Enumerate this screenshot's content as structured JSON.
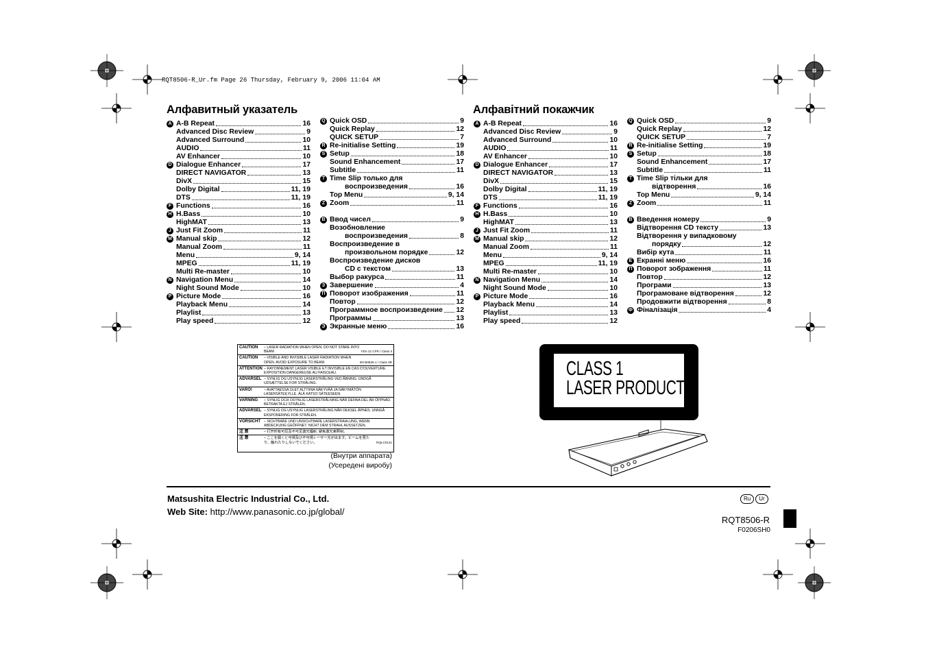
{
  "file_header": "RQT8506-R_Ur.fm  Page 26  Thursday, February 9, 2006  11:04 AM",
  "left": {
    "title": "Алфавитный указатель",
    "col1": [
      {
        "badge": "A",
        "text": "A-B Repeat",
        "page": "16"
      },
      {
        "text": "Advanced Disc Review",
        "page": "9"
      },
      {
        "text": "Advanced Surround",
        "page": "10"
      },
      {
        "text": "AUDIO",
        "page": "11"
      },
      {
        "text": "AV Enhancer",
        "page": "10"
      },
      {
        "badge": "D",
        "text": "Dialogue Enhancer",
        "page": "17"
      },
      {
        "text": "DIRECT NAVIGATOR",
        "page": "13"
      },
      {
        "text": "DivX",
        "page": "15"
      },
      {
        "text": "Dolby Digital",
        "page": "11, 19"
      },
      {
        "text": "DTS",
        "page": "11, 19"
      },
      {
        "badge": "F",
        "text": "Functions",
        "page": "16"
      },
      {
        "badge": "H",
        "text": "H.Bass",
        "page": "10"
      },
      {
        "text": "HighMAT",
        "page": "13"
      },
      {
        "badge": "J",
        "text": "Just Fit Zoom",
        "page": "11"
      },
      {
        "badge": "M",
        "text": "Manual skip",
        "page": "12"
      },
      {
        "text": "Manual Zoom",
        "page": "11"
      },
      {
        "text": "Menu",
        "page": "9, 14"
      },
      {
        "text": "MPEG",
        "page": "11, 19"
      },
      {
        "text": "Multi Re-master",
        "page": "10"
      },
      {
        "badge": "N",
        "text": "Navigation Menu",
        "page": "14"
      },
      {
        "text": "Night Sound Mode",
        "page": "10"
      },
      {
        "badge": "P",
        "text": "Picture Mode",
        "page": "16"
      },
      {
        "text": "Playback Menu",
        "page": "14"
      },
      {
        "text": "Playlist",
        "page": "13"
      },
      {
        "text": "Play speed",
        "page": "12"
      }
    ],
    "col2": [
      {
        "badge": "Q",
        "text": "Quick OSD",
        "page": "9"
      },
      {
        "text": "Quick Replay",
        "page": "12"
      },
      {
        "text": "QUICK SETUP",
        "page": "7"
      },
      {
        "badge": "R",
        "text": "Re-initialise Setting",
        "page": "19"
      },
      {
        "badge": "S",
        "text": "Setup",
        "page": "18"
      },
      {
        "text": "Sound Enhancement",
        "page": "17"
      },
      {
        "text": "Subtitle",
        "page": "11"
      },
      {
        "badge": "T",
        "text": "Time Slip только для",
        "page": ""
      },
      {
        "text": "воспроизведения",
        "page": "16",
        "ind": true
      },
      {
        "text": "Top Menu",
        "page": "9, 14"
      },
      {
        "badge": "Z",
        "text": "Zoom",
        "page": "11"
      },
      {
        "badge": "В",
        "text": "Ввод чисел",
        "page": "9",
        "gap": true
      },
      {
        "text": "Возобновление",
        "page": ""
      },
      {
        "text": "воспроизведения",
        "page": "8",
        "ind": true
      },
      {
        "text": "Воспроизведение в",
        "page": ""
      },
      {
        "text": "произвольном порядке",
        "page": "12",
        "ind": true
      },
      {
        "text": "Воспроизведение дисков",
        "page": ""
      },
      {
        "text": "CD с текстом",
        "page": "13",
        "ind": true
      },
      {
        "text": "Выбор ракурса",
        "page": "11"
      },
      {
        "badge": "З",
        "text": "Завершение",
        "page": "4"
      },
      {
        "badge": "П",
        "text": "Поворот изображения",
        "page": "11"
      },
      {
        "text": "Повтор",
        "page": "12"
      },
      {
        "text": "Программное воспроизведение",
        "page": "12"
      },
      {
        "text": "Программы",
        "page": "13"
      },
      {
        "badge": "Э",
        "text": "Экранные меню",
        "page": "16"
      }
    ]
  },
  "right": {
    "title": "Алфавітний покажчик",
    "col1": [
      {
        "badge": "A",
        "text": "A-B Repeat",
        "page": "16"
      },
      {
        "text": "Advanced Disc Review",
        "page": "9"
      },
      {
        "text": "Advanced Surround",
        "page": "10"
      },
      {
        "text": "AUDIO",
        "page": "11"
      },
      {
        "text": "AV Enhancer",
        "page": "10"
      },
      {
        "badge": "D",
        "text": "Dialogue Enhancer",
        "page": "17"
      },
      {
        "text": "DIRECT NAVIGATOR",
        "page": "13"
      },
      {
        "text": "DivX",
        "page": "15"
      },
      {
        "text": "Dolby Digital",
        "page": "11, 19"
      },
      {
        "text": "DTS",
        "page": "11, 19"
      },
      {
        "badge": "F",
        "text": "Functions",
        "page": "16"
      },
      {
        "badge": "H",
        "text": "H.Bass",
        "page": "10"
      },
      {
        "text": "HighMAT",
        "page": "13"
      },
      {
        "badge": "J",
        "text": "Just Fit Zoom",
        "page": "11"
      },
      {
        "badge": "M",
        "text": "Manual skip",
        "page": "12"
      },
      {
        "text": "Manual Zoom",
        "page": "11"
      },
      {
        "text": "Menu",
        "page": "9, 14"
      },
      {
        "text": "MPEG",
        "page": "11, 19"
      },
      {
        "text": "Multi Re-master",
        "page": "10"
      },
      {
        "badge": "N",
        "text": "Navigation Menu",
        "page": "14"
      },
      {
        "text": "Night Sound Mode",
        "page": "10"
      },
      {
        "badge": "P",
        "text": "Picture Mode",
        "page": "16"
      },
      {
        "text": "Playback Menu",
        "page": "14"
      },
      {
        "text": "Playlist",
        "page": "13"
      },
      {
        "text": "Play speed",
        "page": "12"
      }
    ],
    "col2": [
      {
        "badge": "Q",
        "text": "Quick OSD",
        "page": "9"
      },
      {
        "text": "Quick Replay",
        "page": "12"
      },
      {
        "text": "QUICK SETUP",
        "page": "7"
      },
      {
        "badge": "R",
        "text": "Re-initialise Setting",
        "page": "19"
      },
      {
        "badge": "S",
        "text": "Setup",
        "page": "18"
      },
      {
        "text": "Sound Enhancement",
        "page": "17"
      },
      {
        "text": "Subtitle",
        "page": "11"
      },
      {
        "badge": "T",
        "text": "Time Slip тільки для",
        "page": ""
      },
      {
        "text": "відтворення",
        "page": "16",
        "ind": true
      },
      {
        "text": "Top Menu",
        "page": "9, 14"
      },
      {
        "badge": "Z",
        "text": "Zoom",
        "page": "11"
      },
      {
        "badge": "В",
        "text": "Введення номеру",
        "page": "9",
        "gap": true
      },
      {
        "text": "Відтворення CD тексту",
        "page": "13"
      },
      {
        "text": "Відтворення у випадковому",
        "page": ""
      },
      {
        "text": "порядку",
        "page": "12",
        "ind": true
      },
      {
        "text": "Вибір кута",
        "page": "11"
      },
      {
        "badge": "Е",
        "text": "Екранні меню",
        "page": "16"
      },
      {
        "badge": "П",
        "text": "Поворот зображення",
        "page": "11"
      },
      {
        "text": "Повтор",
        "page": "12"
      },
      {
        "text": "Програми",
        "page": "13"
      },
      {
        "text": "Програмоване відтворення",
        "page": "12"
      },
      {
        "text": "Продовжити відтворення",
        "page": "8"
      },
      {
        "badge": "Ф",
        "text": "Фіналізація",
        "page": "4"
      }
    ]
  },
  "caution_label": {
    "rows": [
      {
        "label": "CAUTION",
        "text": "– LASER RADIATION WHEN OPEN. DO NOT STARE INTO BEAM.",
        "note": "FDA 21 CFR / Class II"
      },
      {
        "label": "CAUTION",
        "text": "– VISIBLE AND INVISIBLE LASER RADIATION WHEN OPEN. AVOID EXPOSURE TO BEAM.",
        "note": "IEC60825-1 / Class 3R"
      },
      {
        "label": "ATTENTION",
        "text": "– RAYONNEMENT LASER VISIBLE ET INVISIBLE EN CAS D'OUVERTURE. EXPOSITION DANGEREUSE AU FAISCEAU."
      },
      {
        "label": "ADVARSEL",
        "text": "– SYNLIG OG USYNLIG LASERSTRÅLING VED ÅBNING. UNDGÅ UDSÆTTELSE FOR STRÅLING."
      },
      {
        "label": "VARO!",
        "text": "– AVATTAESSA OLET ALTTIINA NÄKYVÄÄ JA NÄKYMÄTÖN LASERSÄTEILYLLE. ÄLÄ KATSO SÄTEESEEN."
      },
      {
        "label": "VARNING",
        "text": "– SYNLIG OCH OSYNLIG LASERSTRÅLNING NÄR DENNA DEL ÄR ÖPPNAD. BETRAKTA EJ STRÅLEN."
      },
      {
        "label": "ADVARSEL",
        "text": "– SYNLIG OG USYNLIG LASERSTRÅLING NÅR DEKSEL ÅPNES. UNNGÅ EKSPONERING FOR STRÅLEN."
      },
      {
        "label": "VORSICHT",
        "text": "– SICHTBARE UND UNSICHTBARE LASERSTRAHLUNG, WENN ABDECKUNG GEÖFFNET. NICHT DEM STRAHL AUSSETZEN."
      },
      {
        "label": "注 意",
        "text": "– 打开时有可见及不可见激光辐射, 避免激光束照射。"
      },
      {
        "label": "注 意",
        "text": "– ここを開くと可視及び不可視レーザー光が出ます。ビームを見たり、触れたりしないでください。",
        "note": "RQLC0141"
      }
    ],
    "caption_ru": "(Внутри аппарата)",
    "caption_uk": "(Усередені виробу)"
  },
  "laser_label": {
    "line1": "CLASS 1",
    "line2": "LASER PRODUCT"
  },
  "footer": {
    "company": "Matsushita Electric Industrial Co., Ltd.",
    "web_label": "Web Site:",
    "web_url": "http://www.panasonic.co.jp/global/",
    "lang1": "Ru",
    "lang2": "Ur",
    "code": "RQT8506-R",
    "subcode": "F0206SH0"
  }
}
